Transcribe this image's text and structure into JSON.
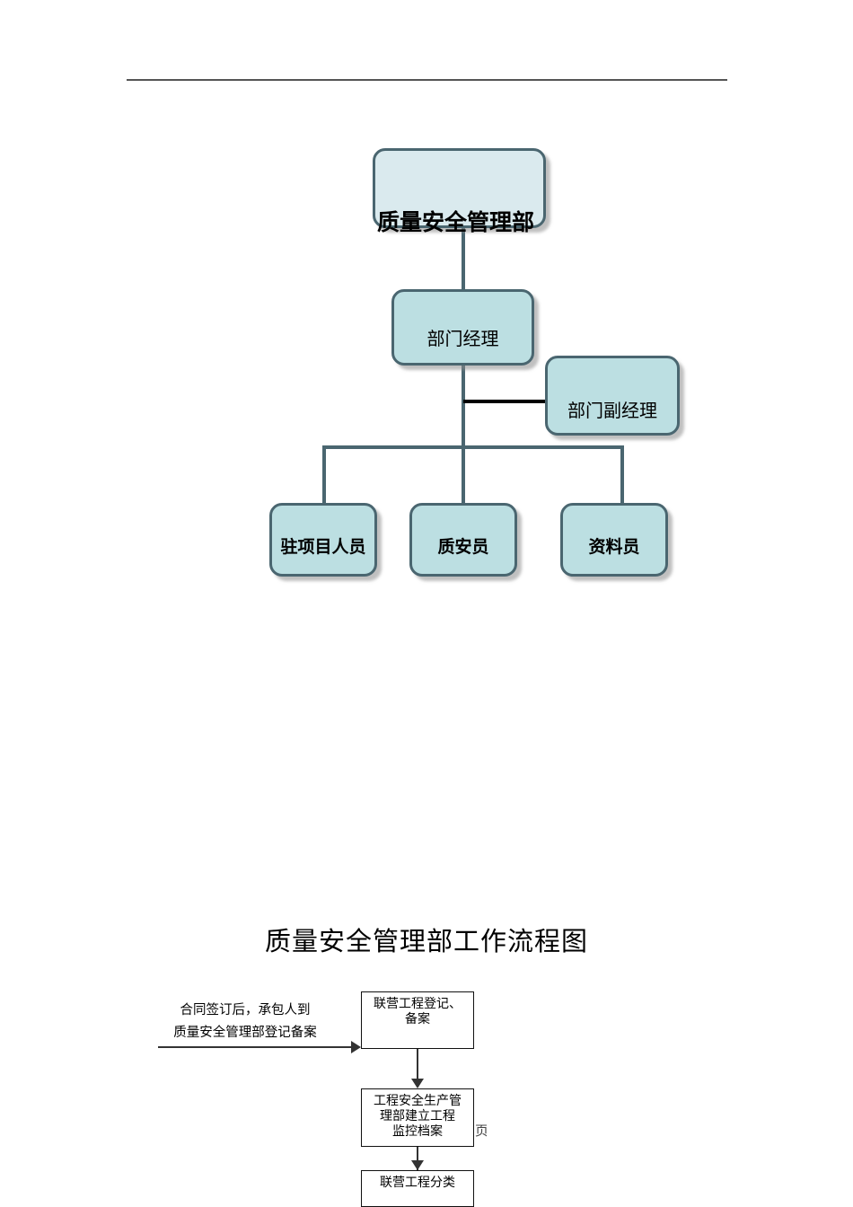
{
  "document": {
    "org_chart": {
      "root": {
        "label": "质量安全管理部"
      },
      "manager": {
        "label": "部门经理"
      },
      "deputy": {
        "label": "部门副经理"
      },
      "staff": [
        {
          "label": "驻项目人员"
        },
        {
          "label": "质安员"
        },
        {
          "label": "资料员"
        }
      ]
    },
    "section_title": "质量安全管理部工作流程图",
    "flowchart": {
      "caption_left": "合同签订后，承包人到\n质量安全管理部登记备案",
      "steps": [
        {
          "label": "联营工程登记、\n备案"
        },
        {
          "label": "工程安全生产管\n理部建立工程\n监控档案"
        },
        {
          "label": "联营工程分类"
        }
      ],
      "stray_glyph": "页"
    },
    "colors": {
      "root_fill": "#daeaee",
      "node_fill": "#bcdfe2",
      "border": "#4a6670",
      "connector": "#4a6670",
      "deputy_connector": "#000000",
      "header_rule": "#555555",
      "flow_border": "#111111"
    }
  }
}
